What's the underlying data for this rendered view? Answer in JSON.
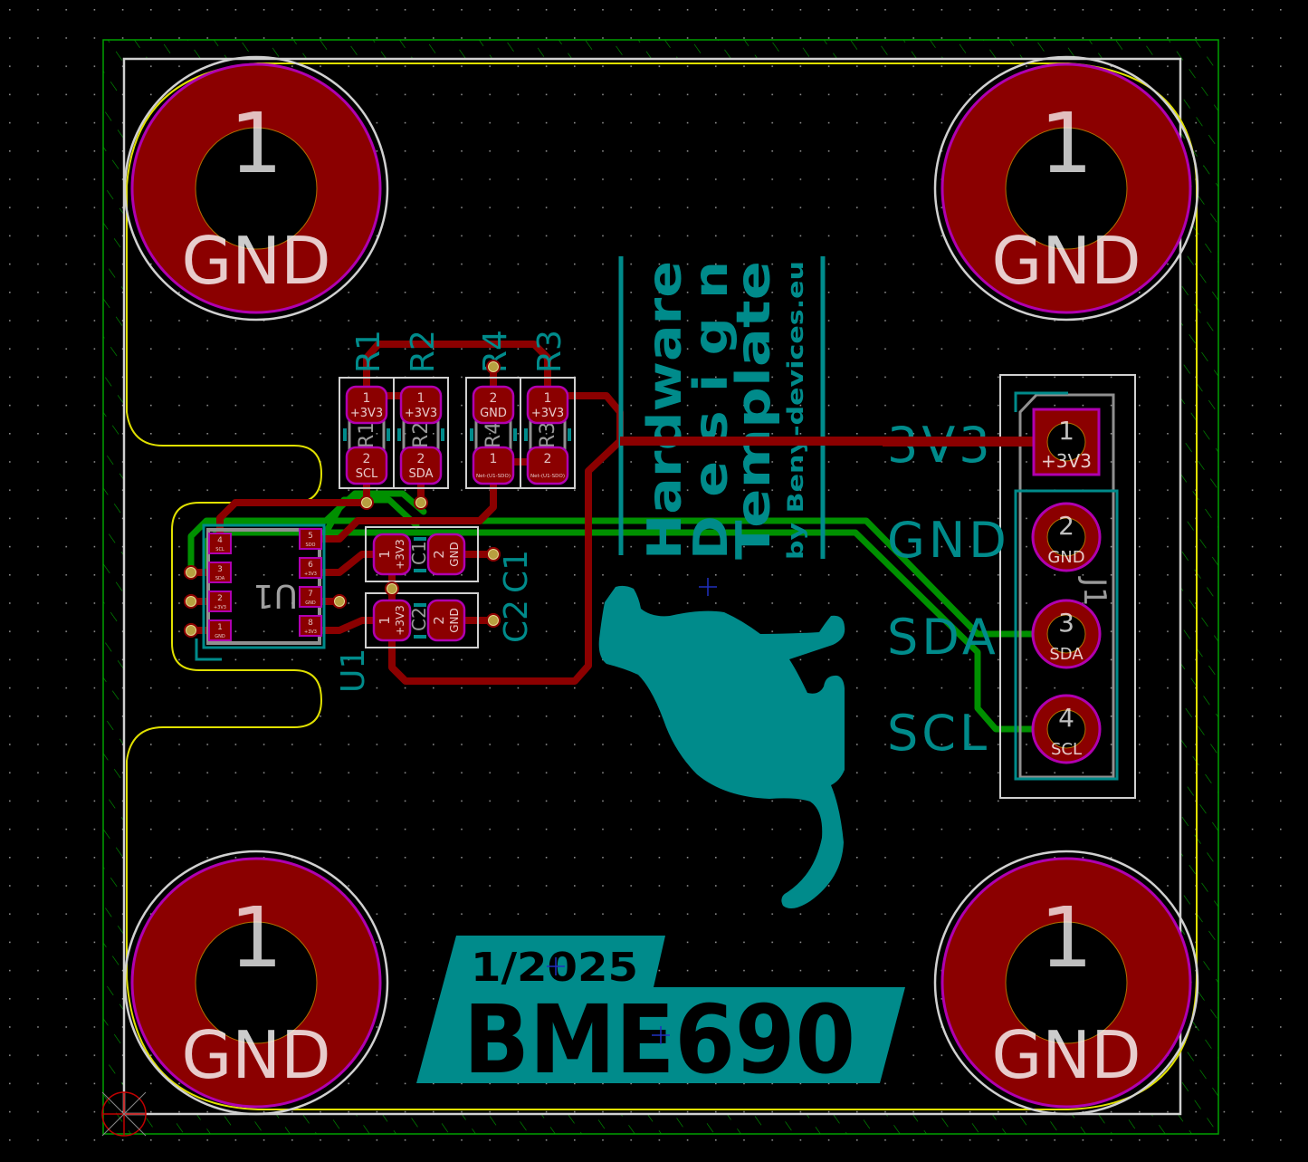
{
  "colors": {
    "background": "#000000",
    "grid_dot": "#8a8a8a",
    "copper_front": "#8b0000",
    "copper_back": "#009000",
    "silkscreen": "#008b8b",
    "edge_cuts": "#d0d0d0",
    "courtyard": "#cccccc",
    "pad_outline": "#b000b0",
    "via_fill": "#b8a040",
    "keepout_hatch": "#00a000",
    "yellow_outline": "#e0e000",
    "anchor": "#c00000"
  },
  "mounting_holes": [
    {
      "id": "MH-TL",
      "pad_number": "1",
      "net": "GND"
    },
    {
      "id": "MH-TR",
      "pad_number": "1",
      "net": "GND"
    },
    {
      "id": "MH-BL",
      "pad_number": "1",
      "net": "GND"
    },
    {
      "id": "MH-BR",
      "pad_number": "1",
      "net": "GND"
    }
  ],
  "resistors": [
    {
      "ref": "R1",
      "pads": [
        {
          "num": "1",
          "net": "+3V3"
        },
        {
          "num": "2",
          "net": "SCL"
        }
      ]
    },
    {
      "ref": "R2",
      "pads": [
        {
          "num": "1",
          "net": "+3V3"
        },
        {
          "num": "2",
          "net": "SDA"
        }
      ]
    },
    {
      "ref": "R4",
      "pads": [
        {
          "num": "2",
          "net": "GND"
        },
        {
          "num": "1",
          "net": "Net-(U1-SDO)"
        }
      ]
    },
    {
      "ref": "R3",
      "pads": [
        {
          "num": "1",
          "net": "+3V3"
        },
        {
          "num": "2",
          "net": "Net-(U1-SDO)"
        }
      ]
    }
  ],
  "capacitors": [
    {
      "ref": "C1",
      "pads": [
        {
          "num": "1",
          "net": "+3V3"
        },
        {
          "num": "2",
          "net": "GND"
        }
      ]
    },
    {
      "ref": "C2",
      "pads": [
        {
          "num": "1",
          "net": "+3V3"
        },
        {
          "num": "2",
          "net": "GND"
        }
      ]
    }
  ],
  "ic": {
    "ref": "U1",
    "fab_ref": "U1",
    "pads": [
      {
        "num": "1",
        "net": "GND"
      },
      {
        "num": "2",
        "net": "+3V3"
      },
      {
        "num": "3",
        "net": "SDA"
      },
      {
        "num": "4",
        "net": "SCL"
      },
      {
        "num": "5",
        "net": "SDO"
      },
      {
        "num": "6",
        "net": "+3V3"
      },
      {
        "num": "7",
        "net": "GND"
      },
      {
        "num": "8",
        "net": "+3V3"
      }
    ]
  },
  "connector": {
    "ref": "J1",
    "labels": [
      "3V3",
      "GND",
      "SDA",
      "SCL"
    ],
    "pads": [
      {
        "num": "1",
        "net": "+3V3"
      },
      {
        "num": "2",
        "net": "GND"
      },
      {
        "num": "3",
        "net": "SDA"
      },
      {
        "num": "4",
        "net": "SCL"
      }
    ]
  },
  "logo_block": {
    "line1": "Hardware",
    "line2": "D e s i g n",
    "line3": "Template",
    "byline": "by Beny-devices.eu"
  },
  "title_block": {
    "date": "1/2025",
    "name": "BME690"
  }
}
